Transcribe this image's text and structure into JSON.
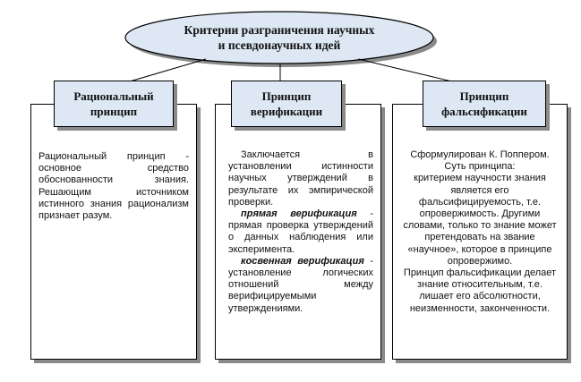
{
  "title": "Критерии разграничения научных и псевдонаучных идей",
  "columns": [
    {
      "heading": "Рациональный принцип",
      "body": "Рациональный принцип - основное средство обоснованности знания. Решающим источником истинного знания рационализм признает разум."
    },
    {
      "heading": "Принцип верификации",
      "intro": "Заключается в установлении истинности научных утверждений в результате их эмпирической проверки.",
      "direct_term": "прямая верификация",
      "direct_text": " - прямая проверка утверждений о данных наблюдения или эксперимента.",
      "indirect_term": "косвенная верификация",
      "indirect_text": " - установление логических отношений между верифицируемыми утверждениями."
    },
    {
      "heading": "Принцип фальсификации",
      "p1": "Сформулирован К. Поппером. Суть принципа:",
      "p2": "критерием научности знания является его фальсифицируемость, т.е. опровержимость. Другими словами, только то знание может претендовать на звание «научное», которое в принципе опровержимо.",
      "p3": "Принцип фальсификации делает знание относительным, т.е. лишает его абсолютности, неизменности, законченности."
    }
  ],
  "colors": {
    "ellipse_fill": "#dde8f4",
    "heading_fill": "#dde8f4",
    "shadow": "#8a8a8a",
    "line": "#000000"
  }
}
